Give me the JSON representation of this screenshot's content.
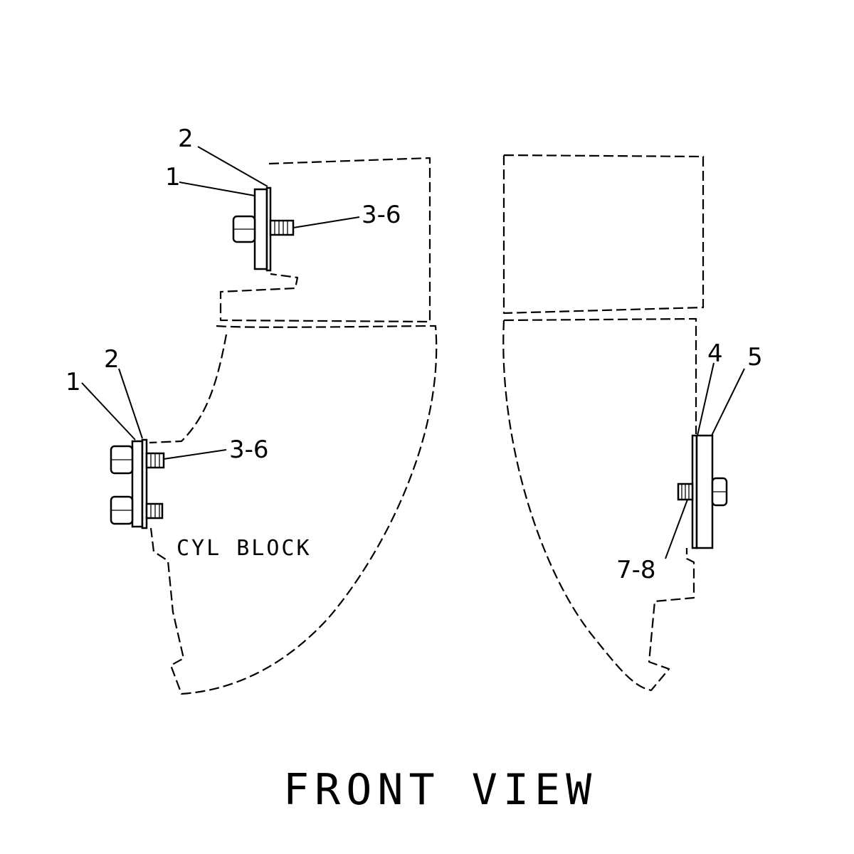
{
  "title": "FRONT VIEW",
  "block_label": "CYL BLOCK",
  "callouts": {
    "upper_left_plate": "1",
    "upper_left_gasket": "2",
    "upper_left_bolts": "3-6",
    "lower_left_plate": "1",
    "lower_left_gasket": "2",
    "lower_left_bolts": "3-6",
    "right_gasket": "4",
    "right_plate": "5",
    "right_bolts": "7-8"
  }
}
